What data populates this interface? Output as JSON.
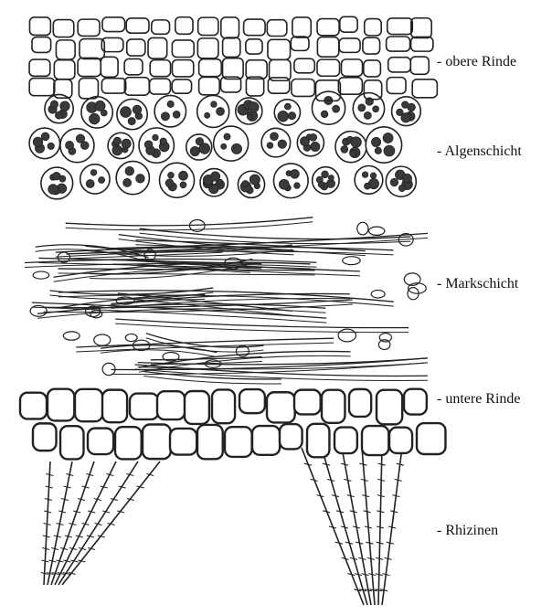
{
  "diagram": {
    "labels": [
      {
        "id": "obere-rinde",
        "text": "- obere Rinde"
      },
      {
        "id": "algenschicht",
        "text": "- Algenschicht"
      },
      {
        "id": "markschicht",
        "text": "- Markschicht"
      },
      {
        "id": "untere-rinde",
        "text": "- untere Rinde"
      },
      {
        "id": "rhizinen",
        "text": "- Rhizinen"
      }
    ],
    "colors": {
      "ink": "#222222",
      "algae": "#3a3a3a",
      "paper": "#ffffff"
    }
  }
}
